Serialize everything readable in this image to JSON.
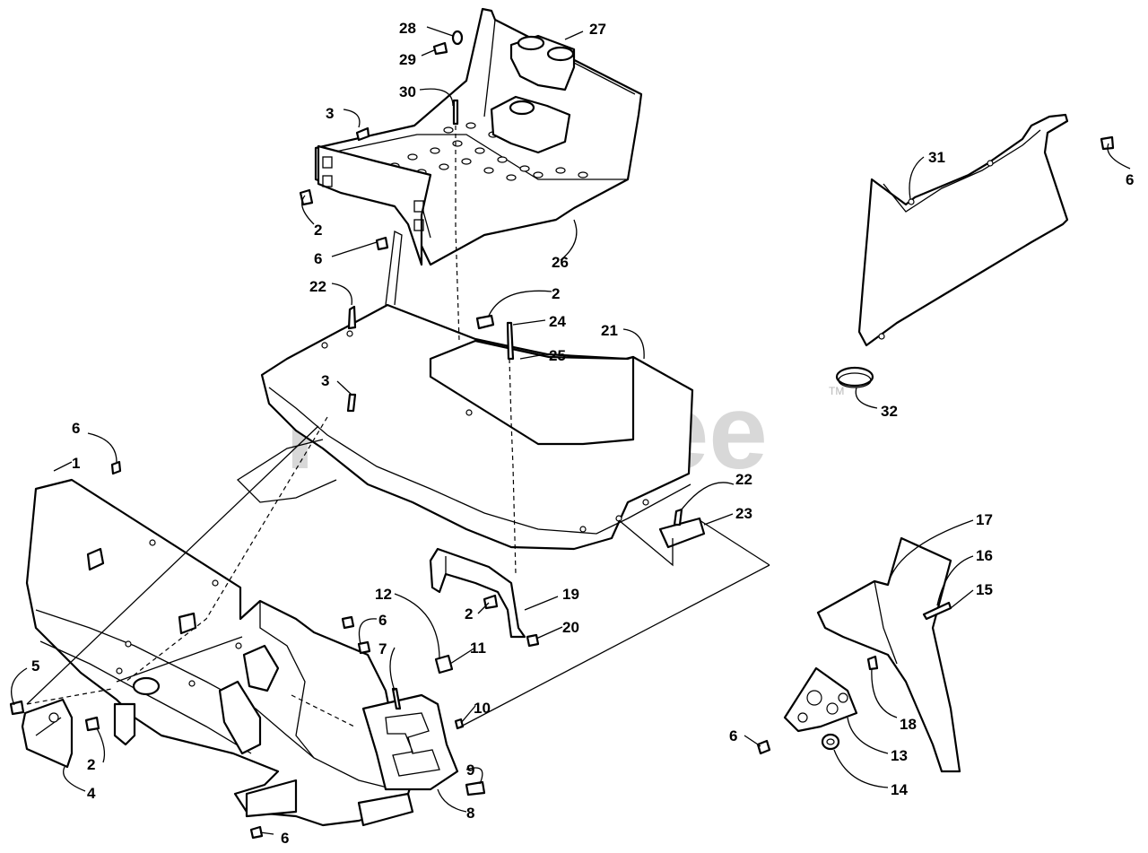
{
  "watermark": {
    "text": "PartsTree",
    "trademark": "TM"
  },
  "callouts": [
    {
      "id": "c1",
      "label": "1"
    },
    {
      "id": "c2a",
      "label": "2"
    },
    {
      "id": "c2b",
      "label": "2"
    },
    {
      "id": "c2c",
      "label": "2"
    },
    {
      "id": "c2d",
      "label": "2"
    },
    {
      "id": "c3a",
      "label": "3"
    },
    {
      "id": "c3b",
      "label": "3"
    },
    {
      "id": "c4",
      "label": "4"
    },
    {
      "id": "c5",
      "label": "5"
    },
    {
      "id": "c6a",
      "label": "6"
    },
    {
      "id": "c6b",
      "label": "6"
    },
    {
      "id": "c6c",
      "label": "6"
    },
    {
      "id": "c6d",
      "label": "6"
    },
    {
      "id": "c6e",
      "label": "6"
    },
    {
      "id": "c6f",
      "label": "6"
    },
    {
      "id": "c7",
      "label": "7"
    },
    {
      "id": "c8",
      "label": "8"
    },
    {
      "id": "c9",
      "label": "9"
    },
    {
      "id": "c10",
      "label": "10"
    },
    {
      "id": "c11",
      "label": "11"
    },
    {
      "id": "c12",
      "label": "12"
    },
    {
      "id": "c13",
      "label": "13"
    },
    {
      "id": "c14",
      "label": "14"
    },
    {
      "id": "c15",
      "label": "15"
    },
    {
      "id": "c16",
      "label": "16"
    },
    {
      "id": "c17",
      "label": "17"
    },
    {
      "id": "c18",
      "label": "18"
    },
    {
      "id": "c19",
      "label": "19"
    },
    {
      "id": "c20",
      "label": "20"
    },
    {
      "id": "c21",
      "label": "21"
    },
    {
      "id": "c22a",
      "label": "22"
    },
    {
      "id": "c22b",
      "label": "22"
    },
    {
      "id": "c23",
      "label": "23"
    },
    {
      "id": "c24",
      "label": "24"
    },
    {
      "id": "c25",
      "label": "25"
    },
    {
      "id": "c26",
      "label": "26"
    },
    {
      "id": "c27",
      "label": "27"
    },
    {
      "id": "c28",
      "label": "28"
    },
    {
      "id": "c29",
      "label": "29"
    },
    {
      "id": "c30",
      "label": "30"
    },
    {
      "id": "c31",
      "label": "31"
    },
    {
      "id": "c32",
      "label": "32"
    }
  ]
}
